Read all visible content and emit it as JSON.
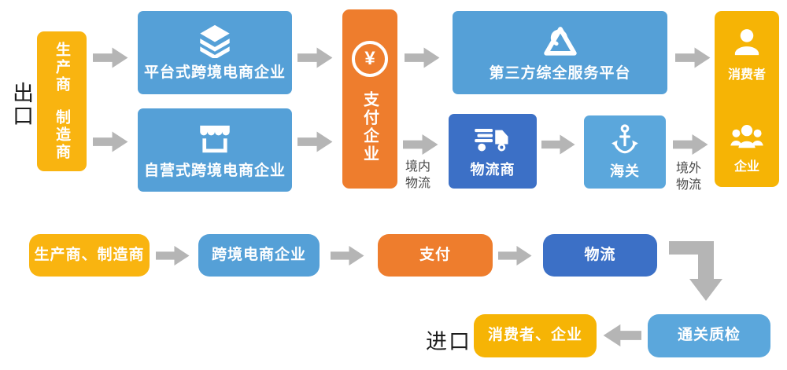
{
  "labels": {
    "export": "出口",
    "import": "进口"
  },
  "top": {
    "producer1": "生产商",
    "producer2": "制造商",
    "platform": "平台式跨境电商企业",
    "self_operated": "自营式跨境电商企业",
    "payment": "支付企业",
    "third_party": "第三方综全服务平台",
    "logistics_provider": "物流商",
    "customs": "海关",
    "consumer": "消费者",
    "enterprise": "企业",
    "domestic_logistics": "境内物流",
    "overseas_logistics": "境外物流"
  },
  "bottom": {
    "producer": "生产商、制造商",
    "ecommerce": "跨境电商企业",
    "payment": "支付",
    "logistics": "物流",
    "inspection": "通关质检",
    "consumer": "消费者、企业"
  },
  "icons": {
    "yen": "¥"
  },
  "colors": {
    "light_blue": "#55A0D7",
    "lighter_blue": "#5BA7DC",
    "dark_blue": "#3C70C6",
    "orange": "#EE7D2D",
    "yellow": "#F9B410",
    "gold": "#F6B405",
    "arrow_gray": "#B5B5B5",
    "text_dark": "#1d1d1d"
  }
}
